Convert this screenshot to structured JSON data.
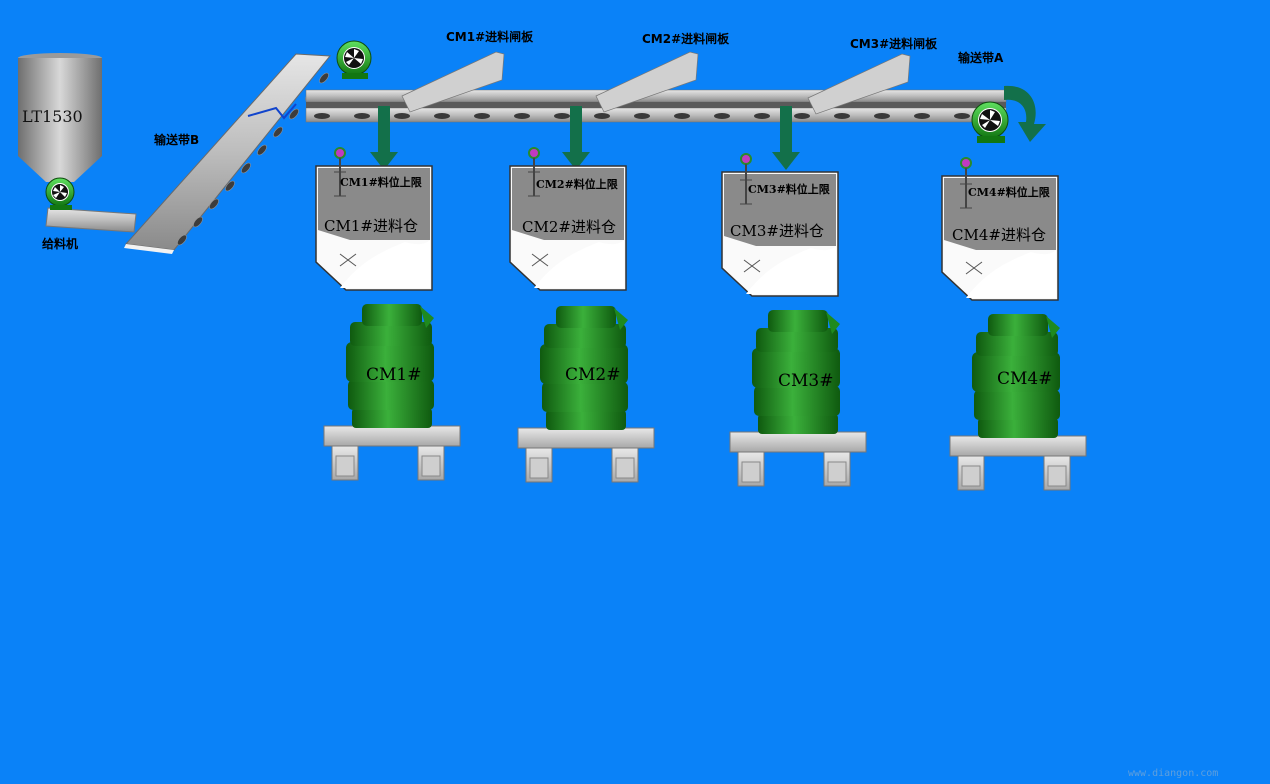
{
  "hopper": {
    "label": "LT1530"
  },
  "feeder": {
    "label": "给料机"
  },
  "conveyor_b": {
    "label": "输送带B"
  },
  "conveyor_a": {
    "label": "输送带A"
  },
  "gates": [
    {
      "label": "CM1#进料闸板"
    },
    {
      "label": "CM2#进料闸板"
    },
    {
      "label": "CM3#进料闸板"
    }
  ],
  "bins": [
    {
      "name": "CM1#进料仓",
      "limit": "CM1#料位上限"
    },
    {
      "name": "CM2#进料仓",
      "limit": "CM2#料位上限"
    },
    {
      "name": "CM3#进料仓",
      "limit": "CM3#料位上限"
    },
    {
      "name": "CM4#进料仓",
      "limit": "CM4#料位上限"
    }
  ],
  "mills": [
    {
      "label": "CM1#"
    },
    {
      "label": "CM2#"
    },
    {
      "label": "CM3#"
    },
    {
      "label": "CM4#"
    }
  ],
  "watermark": "www.diangon.com",
  "colors": {
    "background": "#0a82f8",
    "mill_green": "#1f8a1f",
    "arrow_green": "#13704a",
    "belt_gray": "#c8c8c8"
  }
}
